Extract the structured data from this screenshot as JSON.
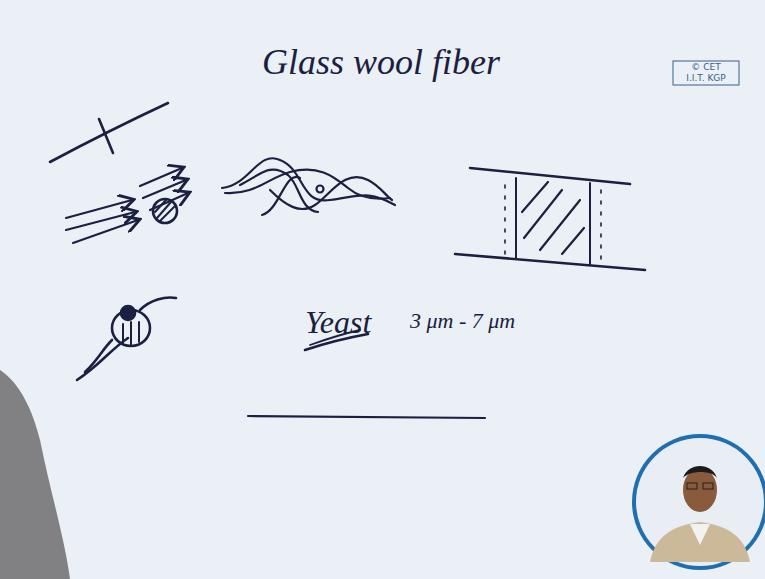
{
  "diagram": {
    "title": "Glass wool fiber",
    "labels": [
      "Yeast",
      "3 μm - 7 μm",
      "© CET",
      "I.I.T. KGP"
    ]
  }
}
